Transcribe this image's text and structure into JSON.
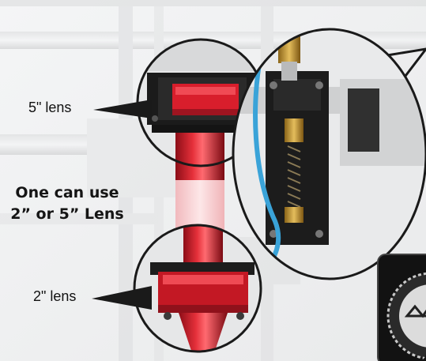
{
  "labels": {
    "upper_lens": "5\" lens",
    "lower_lens": "2\" lens"
  },
  "headline": {
    "line1": "One can use",
    "line2": "2” or 5” Lens"
  },
  "colors": {
    "lens_red": "#d81e2c",
    "brass": "#c99a3a",
    "air_tube": "#3aa3d8",
    "frame_black": "#1b1b1b"
  }
}
